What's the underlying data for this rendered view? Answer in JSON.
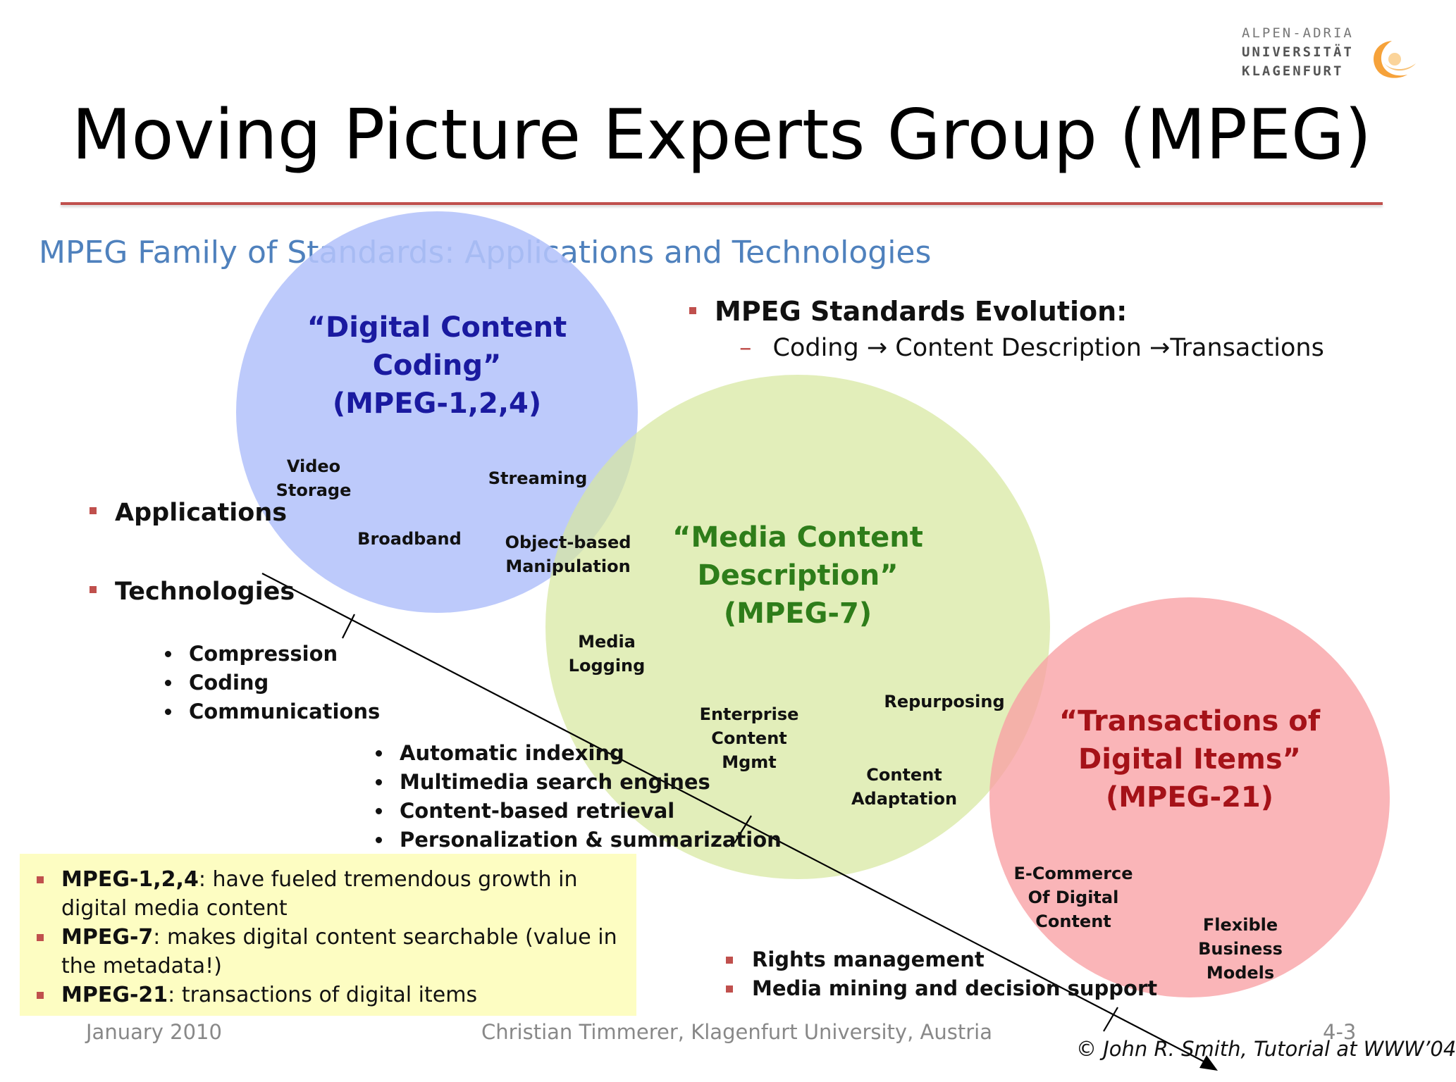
{
  "header": {
    "logo_lines": [
      "ALPEN-ADRIA",
      "UNIVERSITÄT",
      "KLAGENFURT"
    ],
    "title": "Moving Picture Experts Group (MPEG)",
    "subtitle": "MPEG Family of Standards: Applications and Technologies"
  },
  "colors": {
    "accent": "#c0504d",
    "subtitle": "#4f81bd",
    "circle_blue": "#b4c3fb",
    "circle_green": "#dbeaa8",
    "circle_red": "#f8a8ab",
    "blue_text": "#1a1aa0",
    "green_text": "#2e7d1a",
    "red_text": "#a51218",
    "summary_bg": "#fdfdc2"
  },
  "circles": {
    "coding": {
      "title_lines": [
        "“Digital Content",
        "Coding”",
        "(MPEG-1,2,4)"
      ],
      "items": {
        "video_storage": [
          "Video",
          "Storage"
        ],
        "streaming": "Streaming",
        "broadband": "Broadband",
        "object_based": [
          "Object-based",
          "Manipulation"
        ]
      }
    },
    "description": {
      "title_lines": [
        "“Media Content",
        "Description”",
        "(MPEG-7)"
      ],
      "items": {
        "media_logging": [
          "Media",
          "Logging"
        ],
        "enterprise": [
          "Enterprise",
          "Content",
          "Mgmt"
        ],
        "repurposing": "Repurposing",
        "adaptation": [
          "Content",
          "Adaptation"
        ]
      }
    },
    "transactions": {
      "title_lines": [
        "“Transactions of",
        "Digital Items”",
        "(MPEG-21)"
      ],
      "items": {
        "ecommerce": [
          "E-Commerce",
          "Of Digital",
          "Content"
        ],
        "business_models": [
          "Flexible",
          "Business",
          "Models"
        ]
      }
    }
  },
  "evolution": {
    "heading": "MPEG Standards Evolution:",
    "sub": "Coding → Content Description →Transactions"
  },
  "left_bullets": {
    "applications": "Applications",
    "technologies": "Technologies",
    "tech_list": [
      "Compression",
      "Coding",
      "Communications"
    ]
  },
  "mid_list": [
    "Automatic indexing",
    "Multimedia search engines",
    "Content-based retrieval",
    "Personalization & summarization"
  ],
  "rights_list": [
    "Rights management",
    "Media mining and decision support"
  ],
  "summary": [
    {
      "bold": "MPEG-1,2,4",
      "text": ": have fueled tremendous growth in digital media content"
    },
    {
      "bold": "MPEG-7",
      "text": ": makes digital content searchable (value in the metadata!)"
    },
    {
      "bold": "MPEG-21",
      "text": ": transactions of digital items"
    }
  ],
  "footer": {
    "date": "January 2010",
    "author": "Christian Timmerer, Klagenfurt University, Austria",
    "page": "4-3",
    "credit": "© John R. Smith, Tutorial at WWW’04"
  }
}
